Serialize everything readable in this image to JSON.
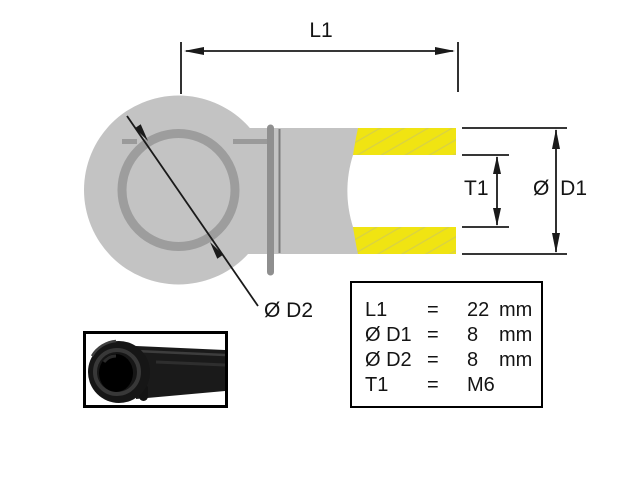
{
  "drawing": {
    "title_hint": "ball socket end fitting dimension drawing",
    "labels": {
      "l1": "L1",
      "t1": "T1",
      "d1": "Ø D1",
      "d2": "Ø D2"
    },
    "colors": {
      "body_gray": "#c3c3c3",
      "ring_gray": "#9d9d9d",
      "clip_gray": "#8f8f8f",
      "accent_yellow": "#f0e412",
      "hatch_yellow": "#d8d145",
      "dimension_line": "#1a1a1a"
    }
  },
  "spec_table": {
    "rows": [
      {
        "name": "L1",
        "eq": "=",
        "value": "22",
        "unit": "mm"
      },
      {
        "name": "Ø D1",
        "eq": "=",
        "value": "8",
        "unit": "mm"
      },
      {
        "name": "Ø D2",
        "eq": "=",
        "value": "8",
        "unit": "mm"
      },
      {
        "name": "T1",
        "eq": "=",
        "value": "M6",
        "unit": ""
      }
    ]
  }
}
